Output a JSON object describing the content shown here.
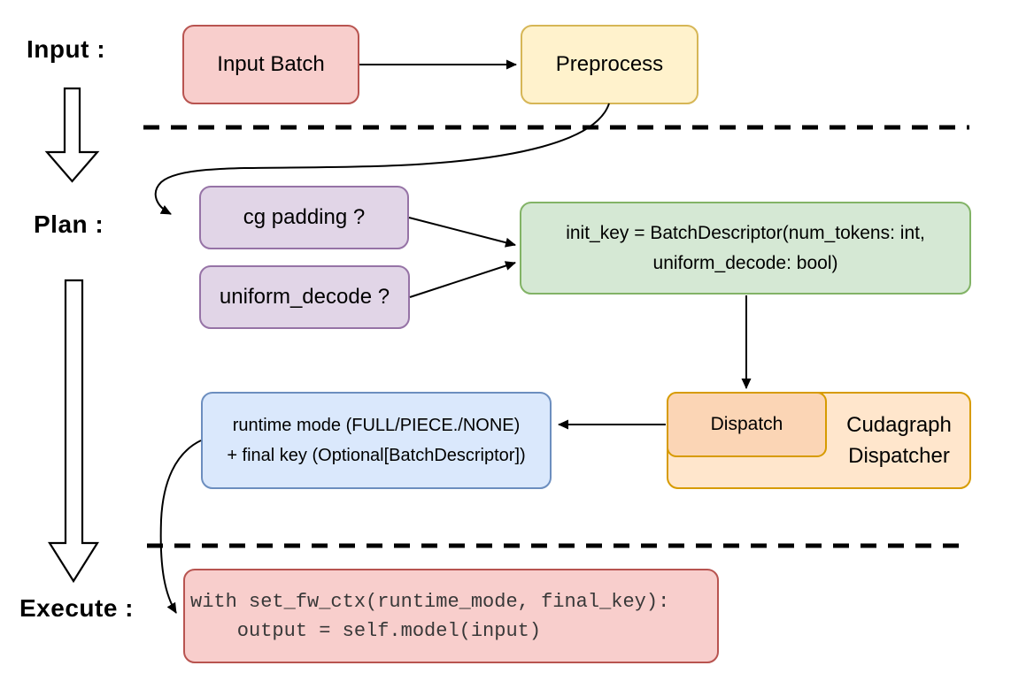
{
  "sections": {
    "input": "Input :",
    "plan": "Plan :",
    "execute": "Execute :"
  },
  "nodes": {
    "input_batch": {
      "label": "Input Batch"
    },
    "preprocess": {
      "label": "Preprocess"
    },
    "cg_padding": {
      "label": "cg padding ?"
    },
    "uniform_decode": {
      "label": "uniform_decode ?"
    },
    "init_key": {
      "line1": "init_key = BatchDescriptor(num_tokens: int,",
      "line2": "uniform_decode: bool)"
    },
    "dispatch": {
      "label": "Dispatch"
    },
    "cudagraph_dispatcher": {
      "label": "Cudagraph Dispatcher"
    },
    "runtime_result": {
      "line1": "runtime mode (FULL/PIECE./NONE)",
      "line2": "+ final key (Optional[BatchDescriptor])"
    },
    "execute_code": {
      "line1": "with set_fw_ctx(runtime_mode, final_key):",
      "line2": "    output = self.model(input)"
    }
  },
  "palette": {
    "red-fill": "#f8cecc",
    "red-stroke": "#b85450",
    "yellow-fill": "#fff2cc",
    "yellow-stroke": "#d6b656",
    "purple-fill": "#e1d5e7",
    "purple-stroke": "#9673a6",
    "green-fill": "#d5e8d4",
    "green-stroke": "#82b366",
    "blue-fill": "#dae8fc",
    "blue-stroke": "#6c8ebf",
    "orange-fill": "#ffe6cc",
    "orange-stroke": "#d79b00",
    "peach-fill": "#fbd5b5",
    "line-ink": "#000000",
    "code-ink": "#383838"
  }
}
